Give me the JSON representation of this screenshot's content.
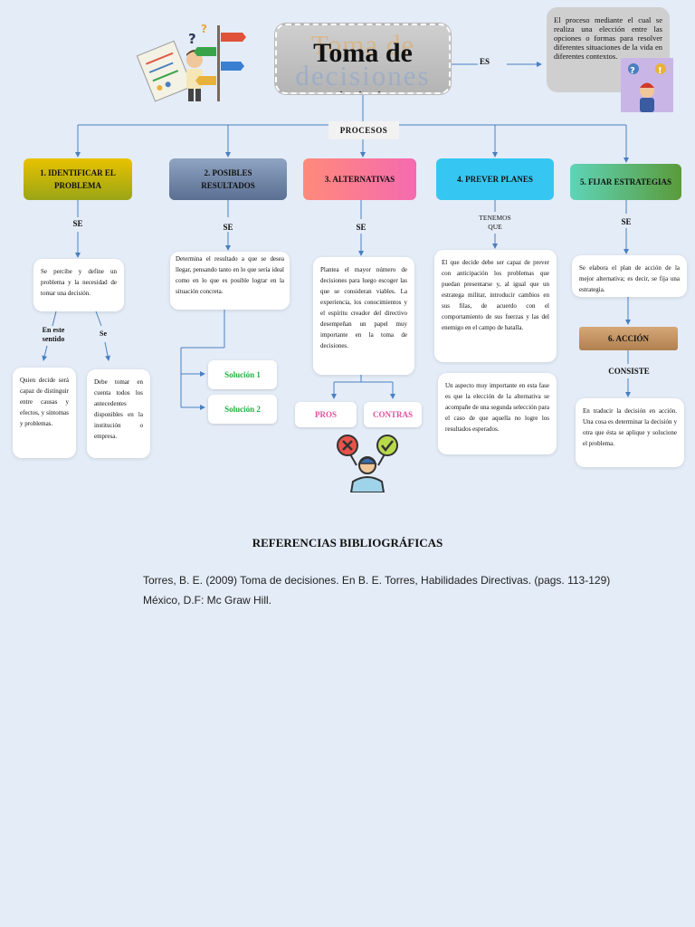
{
  "title": {
    "line1": "Toma de",
    "ghost1": "Toma de",
    "ghost2": "decisiones",
    "dots": ". . ."
  },
  "definition": {
    "connector": "ES",
    "text": "El proceso mediante el cual se realiza una elección entre las opciones o formas para resolver diferentes situaciones de la vida en diferentes contextos."
  },
  "procesos_label": "PROCESOS",
  "steps": [
    {
      "label": "1. IDENTIFICAR EL PROBLEMA"
    },
    {
      "label": "2. POSIBLES RESULTADOS"
    },
    {
      "label": "3. ALTERNATIVAS"
    },
    {
      "label": "4. PREVER PLANES"
    },
    {
      "label": "5. FIJAR ESTRATEGIAS"
    },
    {
      "label": "6. ACCIÓN"
    }
  ],
  "connectors": {
    "se1": "SE",
    "se2": "SE",
    "se3": "SE",
    "se5": "SE",
    "tenemos": "TENEMOS",
    "que": "QUE",
    "en_este_sentido": "En este sentido",
    "se_small": "Se",
    "consiste": "CONSISTE"
  },
  "texts": {
    "identificar": "Se percibe y define un problema y la necesidad de tomar una decisión.",
    "quien": "Quien decide será capaz de distinguir entre causas y efectos, y síntomas y problemas.",
    "debe": "Debe tomar en cuenta todos los antecedentes disponibles en la institución o empresa.",
    "resultados": "Determina el resultado a que se desea llegar, pensando tanto en lo que sería ideal como en lo que es posible lograr en la situación concreta.",
    "alternativas": "Plantea el mayor número de decisiones para luego escoger las que se consideran viables. La experiencia, los conocimientos y el espíritu creador del directivo desempeñan un papel muy importante en la toma de decisiones.",
    "prever": "El que decide debe ser capaz de prever con anticipación los problemas que puedan presentarse y, al igual que un estratega militar, introducir cambios en sus filas, de acuerdo con el comportamiento de sus fuerzas y las del enemigo en el campo de batalla.",
    "prever2": "Un aspecto muy importante en esta fase es que la elección de la alternativa se acompañe de una segunda selección para el caso de que aquella no logre los resultados esperados.",
    "estrategias": "Se elabora el plan de acción de la mejor alternativa; es decir, se fija una estrategia.",
    "accion": "En traducir la decisión en acción. Una cosa es determinar la decisión y otra que ésta se aplique y solucione el problema."
  },
  "solutions": {
    "s1": "Solución 1",
    "s2": "Solución 2"
  },
  "pros": "PROS",
  "contras": "CONTRAS",
  "references": {
    "title": "REFERENCIAS BIBLIOGRÁFICAS",
    "line1": "Torres, B. E. (2009) Toma de decisiones. En B. E. Torres, Habilidades Directivas. (pags. 113-129)",
    "line2": "México, D.F: Mc Graw Hill."
  },
  "colors": {
    "accent_line": "#4a7fc1",
    "solution_text": "#1fb040",
    "pros_text": "#e0509e"
  }
}
